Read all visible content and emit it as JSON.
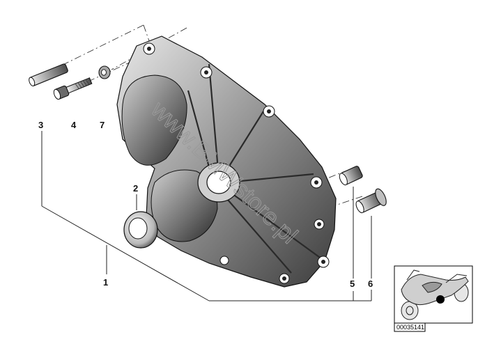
{
  "callouts": {
    "c1": "1",
    "c2": "2",
    "c3": "3",
    "c4": "4",
    "c5": "5",
    "c6": "6",
    "c7": "7"
  },
  "watermark": "www.BMWstore.pl",
  "reference_number": "00035141",
  "thumbnail_marker_color": "#000000",
  "icons": [
    "cover-part",
    "seal-ring-part",
    "dowel-sleeve-part",
    "bolt-part",
    "washer-part",
    "bushing-part",
    "flanged-bushing-part",
    "motorcycle-thumbnail-icon"
  ]
}
